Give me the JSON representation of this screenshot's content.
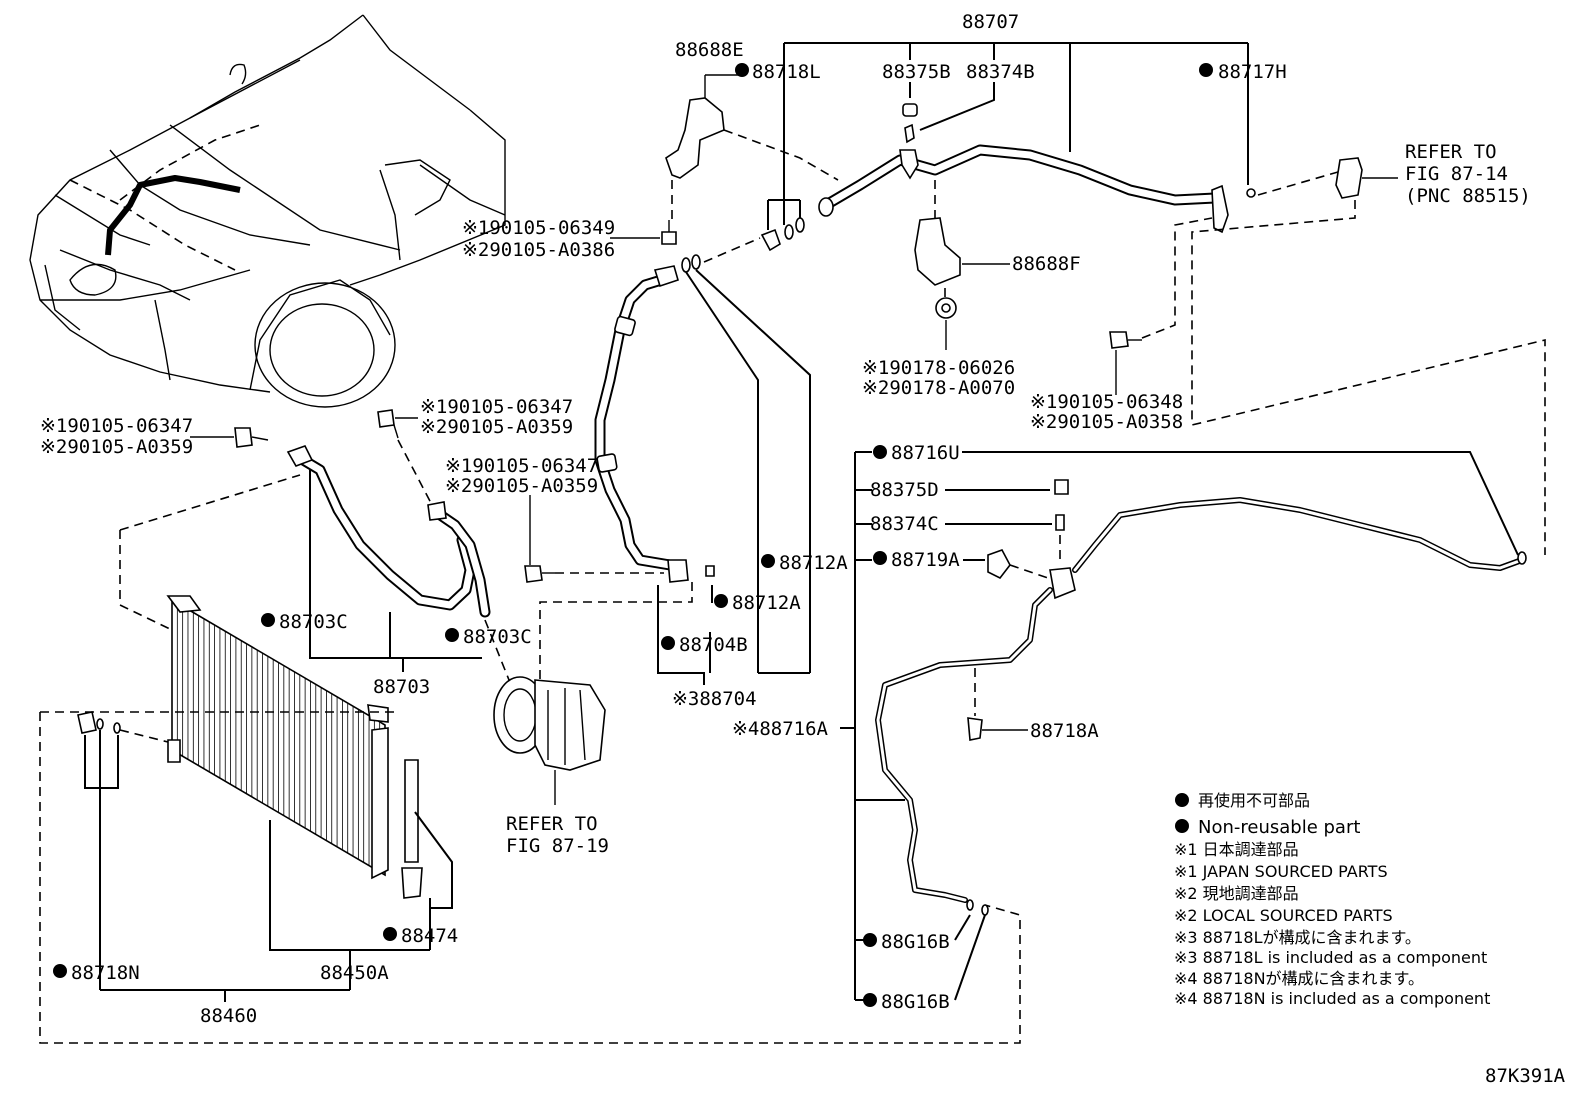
{
  "labels": {
    "p88707": "88707",
    "p88688E": "88688E",
    "p88718L": "88718L",
    "p88375B": "88375B",
    "p88374B": "88374B",
    "p88717H": "88717H",
    "refer_87_14_a": "REFER TO",
    "refer_87_14_b": "FIG 87-14",
    "refer_87_14_c": "(PNC 88515)",
    "bolt_a1": "※190105-06349",
    "bolt_a2": "※290105-A0386",
    "p88688F": "88688F",
    "nut_b1": "※190178-06026",
    "nut_b2": "※290178-A0070",
    "bolt_c1": "※190105-06348",
    "bolt_c2": "※290105-A0358",
    "bolt_d1": "※190105-06347",
    "bolt_d2": "※290105-A0359",
    "bolt_e1": "※190105-06347",
    "bolt_e2": "※290105-A0359",
    "bolt_f1": "※190105-06347",
    "bolt_f2": "※290105-A0359",
    "p88716U": "88716U",
    "p88375D": "88375D",
    "p88374C": "88374C",
    "p88719A": "88719A",
    "p88712A_a": "88712A",
    "p88712A_b": "88712A",
    "p88704B": "88704B",
    "p88704": "※388704",
    "p88716A": "※488716A",
    "p88718A": "88718A",
    "p88703C_a": "88703C",
    "p88703C_b": "88703C",
    "p88703": "88703",
    "refer_87_19_a": "REFER TO",
    "refer_87_19_b": "FIG 87-19",
    "p88474": "88474",
    "p88718N": "88718N",
    "p88450A": "88450A",
    "p88460": "88460",
    "p88G16B_a": "88G16B",
    "p88G16B_b": "88G16B",
    "fig_code": "87K391A"
  },
  "legend": {
    "l1": "再使用不可部品",
    "l2": "Non-reusable part",
    "l3": "※1 日本調達部品",
    "l4": "※1 JAPAN SOURCED PARTS",
    "l5": "※2 現地調達部品",
    "l6": "※2 LOCAL SOURCED PARTS",
    "l7": "※3 88718Lが構成に含まれます。",
    "l8": "※3 88718L is included as a component",
    "l9": "※4 88718Nが構成に含まれます。",
    "l10": "※4 88718N is included as a component"
  }
}
